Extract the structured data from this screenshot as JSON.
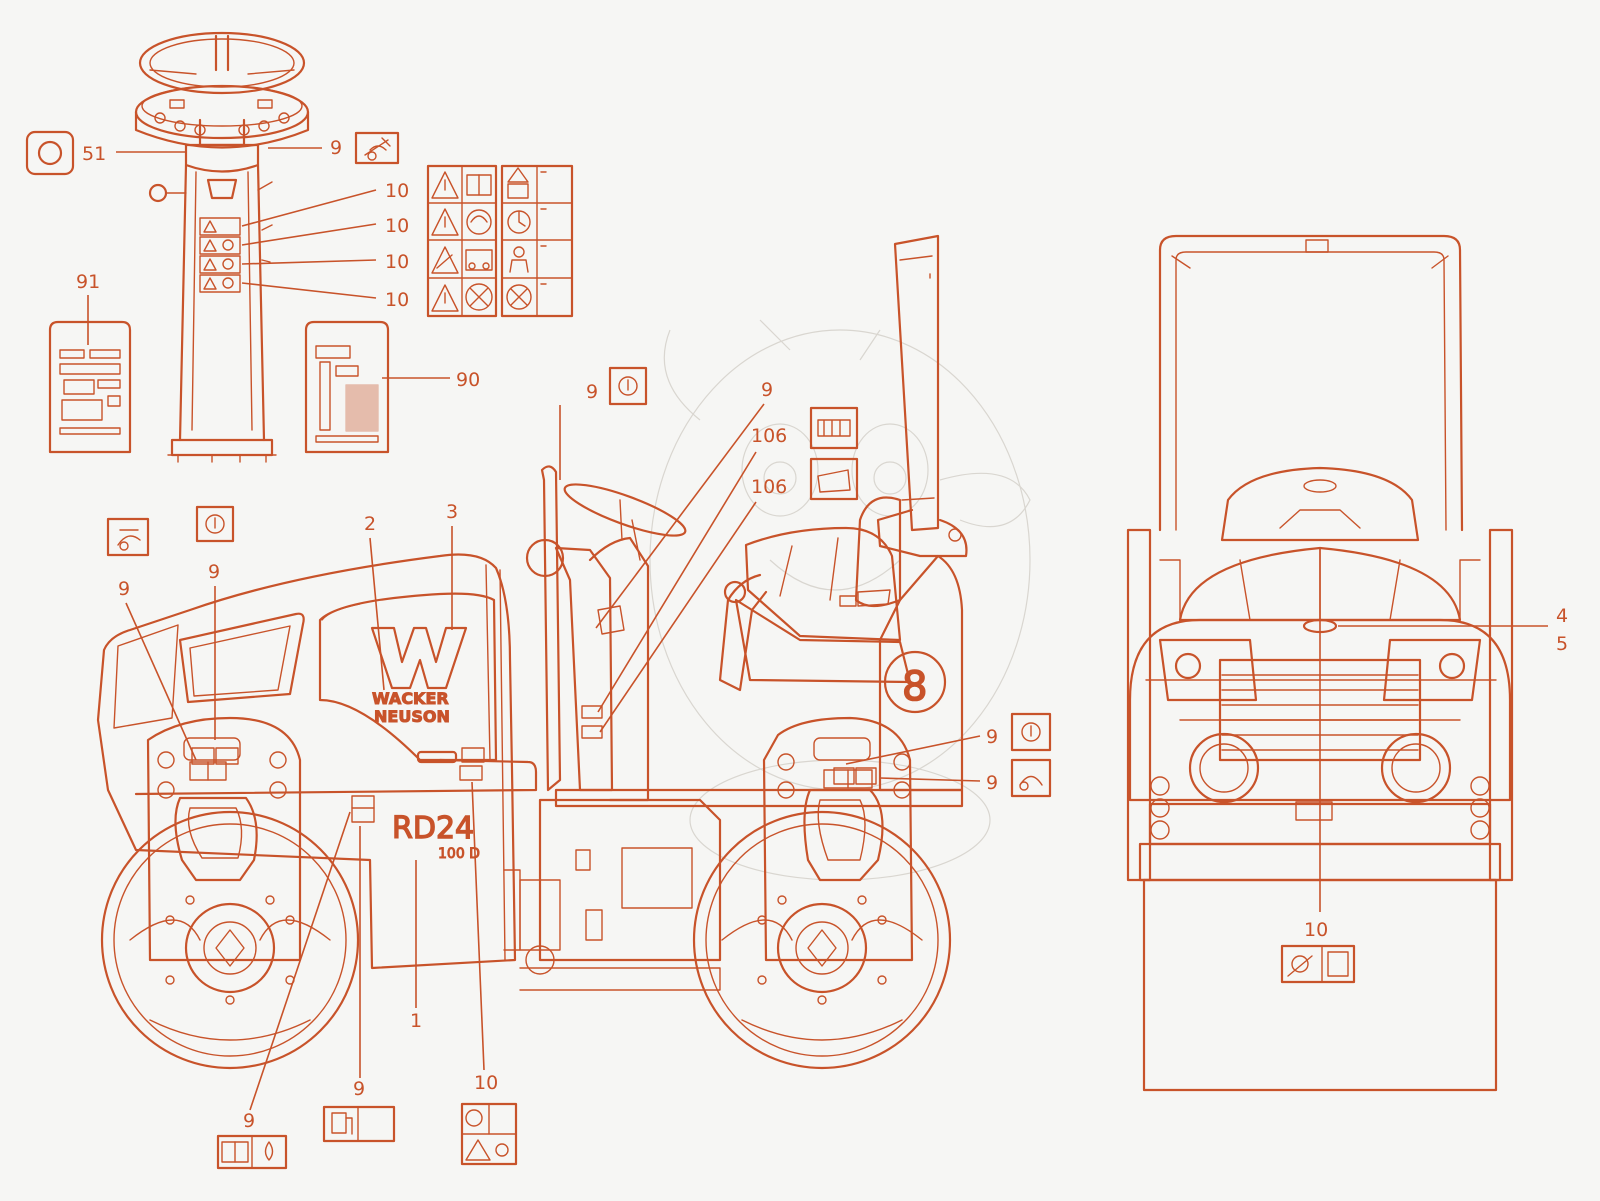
{
  "colors": {
    "line": "#c8532a",
    "background": "#f6f6f4",
    "watermark": "#d9d6d0"
  },
  "brand": {
    "logo_line1": "WACKER",
    "logo_line2": "NEUSON",
    "model_main": "RD24",
    "model_sub": "100 D",
    "logo_symbol": "W"
  },
  "badge": {
    "number": "8"
  },
  "callouts": {
    "c51": "51",
    "c9_panel": "9",
    "c10_a": "10",
    "c10_b": "10",
    "c10_c": "10",
    "c10_d": "10",
    "c91": "91",
    "c90": "90",
    "c9_steer": "9",
    "c9_diag": "9",
    "c106_a": "106",
    "c106_b": "106",
    "c2": "2",
    "c3": "3",
    "c9_l1": "9",
    "c9_l2": "9",
    "c9_r1": "9",
    "c9_r2": "9",
    "c1": "1",
    "c9_b1": "9",
    "c9_b2": "9",
    "c10_bot": "10",
    "c4": "4",
    "c5": "5",
    "c10_front": "10"
  },
  "icons": [
    "warning-triangle-icon",
    "manual-book-icon",
    "ear-protection-icon",
    "crush-hazard-icon",
    "no-riding-icon",
    "seatbelt-icon",
    "fuel-icon",
    "key-switch-icon",
    "lift-point-icon",
    "tie-down-icon",
    "oil-drop-icon",
    "rollover-icon"
  ]
}
